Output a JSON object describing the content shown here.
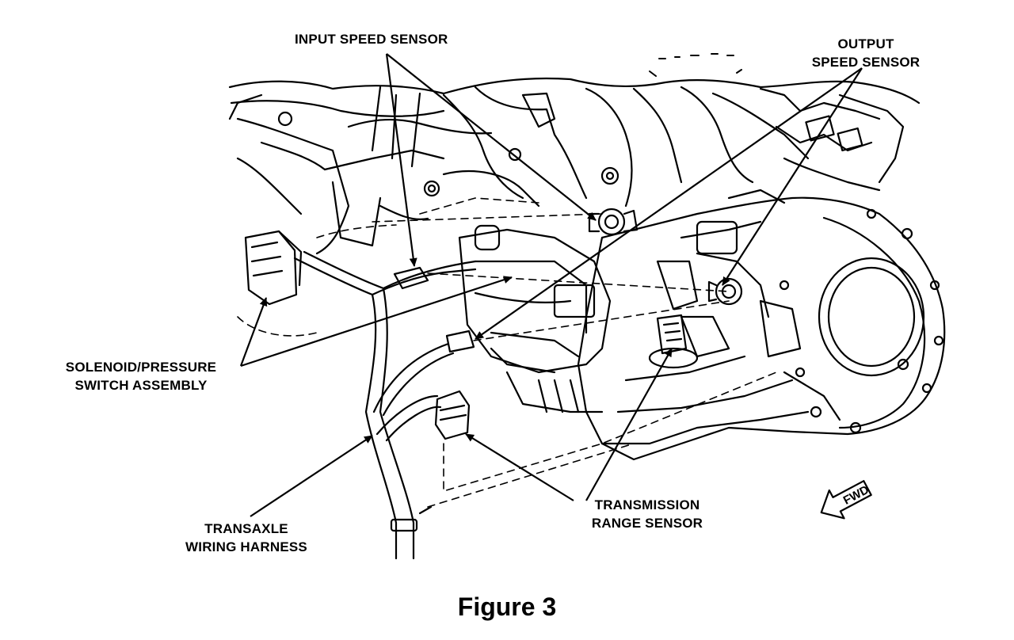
{
  "labels": {
    "input_speed_sensor": "INPUT SPEED SENSOR",
    "output_speed_sensor": [
      "OUTPUT",
      "SPEED SENSOR"
    ],
    "solenoid_pressure_switch": [
      "SOLENOID/PRESSURE",
      "SWITCH ASSEMBLY"
    ],
    "transaxle_wiring_harness": [
      "TRANSAXLE",
      "WIRING HARNESS"
    ],
    "transmission_range_sensor": [
      "TRANSMISSION",
      "RANGE SENSOR"
    ],
    "fwd": "FWD"
  },
  "caption": "Figure 3"
}
